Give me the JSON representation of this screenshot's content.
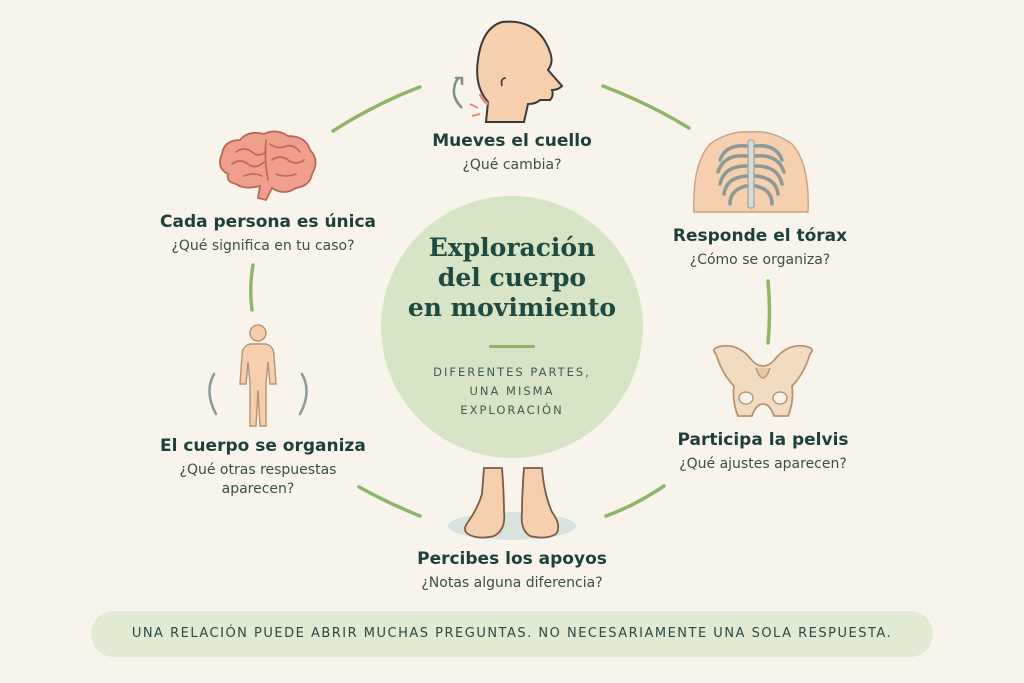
{
  "center": {
    "title": "Exploración\ndel cuerpo\nen movimiento",
    "subtitle": "DIFERENTES PARTES,\nUNA MISMA\nEXPLORACIÓN"
  },
  "nodes": {
    "neck": {
      "title": "Mueves el cuello",
      "question": "¿Qué cambia?",
      "icon": "head-neck-icon"
    },
    "thorax": {
      "title": "Responde el tórax",
      "question": "¿Cómo se organiza?",
      "icon": "ribcage-icon"
    },
    "pelvis": {
      "title": "Participa la pelvis",
      "question": "¿Qué ajustes aparecen?",
      "icon": "pelvis-icon"
    },
    "feet": {
      "title": "Percibes los apoyos",
      "question": "¿Notas alguna diferencia?",
      "icon": "feet-icon"
    },
    "body": {
      "title": "El cuerpo se organiza",
      "question": "¿Qué otras respuestas\naparecen?",
      "icon": "body-figure-icon"
    },
    "brain": {
      "title": "Cada persona es única",
      "question": "¿Qué significa en tu caso?",
      "icon": "brain-icon"
    }
  },
  "banner": "UNA RELACIÓN PUEDE ABRIR MUCHAS PREGUNTAS. NO NECESARIAMENTE UNA SOLA RESPUESTA.",
  "colors": {
    "background": "#f8f4ec",
    "center_circle": "#d7e5c6",
    "connector": "#8fb568",
    "skin": "#f6cfae",
    "brain": "#ef9f8c",
    "bone": "#f1dcc2",
    "text": "#1f3f3a"
  }
}
